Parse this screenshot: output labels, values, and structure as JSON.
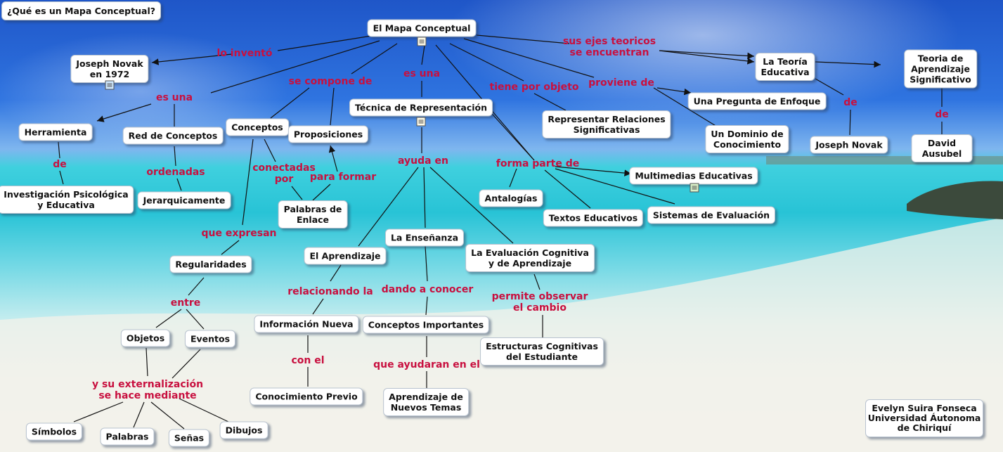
{
  "title": "¿Qué es un Mapa Conceptual?",
  "author": "Evelyn Suira Fonseca\nUniversidad Áutonoma\nde Chiriquí",
  "nodes": {
    "mapa": "El Mapa Conceptual",
    "novak1972": "Joseph Novak\nen 1972",
    "herramienta": "Herramienta",
    "red": "Red de Conceptos",
    "conceptos": "Conceptos",
    "proposiciones": "Proposiciones",
    "tecnica": "Técnica de Representación",
    "representar": "Representar Relaciones\nSignificativas",
    "pregunta": "Una Pregunta de Enfoque",
    "dominio": "Un Dominio de\nConocimiento",
    "teoria_educativa": "La Teoría\nEducativa",
    "teoria_aprendizaje": "Teoria de Aprendizaje\nSignificativo",
    "joseph_novak": "Joseph Novak",
    "ausubel": "David Ausubel",
    "investigacion": "Investigación Psicológica\ny Educativa",
    "jerarquicamente": "Jerarquicamente",
    "palabras_enlace": "Palabras de\nEnlace",
    "multimedias": "Multimedias Educativas",
    "antalogias": "Antalogías",
    "textos": "Textos Educativos",
    "sistemas": "Sistemas de Evaluación",
    "regularidades": "Regularidades",
    "aprendizaje": "El Aprendizaje",
    "ensenanza": "La Enseñanza",
    "evaluacion": "La Evaluación Cognitiva\ny de Aprendizaje",
    "objetos": "Objetos",
    "eventos": "Eventos",
    "info_nueva": "Información Nueva",
    "conceptos_importantes": "Conceptos Importantes",
    "estructuras": "Estructuras Cognitivas\ndel Estudiante",
    "conocimiento_previo": "Conocimiento Previo",
    "nuevos_temas": "Aprendizaje de\nNuevos Temas",
    "simbolos": "Símbolos",
    "palabras": "Palabras",
    "senas": "Señas",
    "dibujos": "Dibujos"
  },
  "links": {
    "lo_invento": "lo inventó",
    "es_una_1": "es una",
    "se_compone": "se compone de",
    "es_una_2": "es una",
    "tiene_objeto": "tiene por objeto",
    "proviene": "proviene de",
    "ejes": "sus ejes teoricos\nse encuentran",
    "de_1": "de",
    "de_2": "de",
    "de_3": "de",
    "ordenadas": "ordenadas",
    "conectadas": "conectadas\npor",
    "para_formar": "para formar",
    "ayuda_en": "ayuda en",
    "forma_parte": "forma parte de",
    "que_expresan": "que expresan",
    "entre": "entre",
    "relacionando": "relacionando la",
    "dando": "dando a conocer",
    "permite": "permite observar\nel cambio",
    "con_el": "con el",
    "que_ayudaran": "que ayudaran en el",
    "externalizacion": "y su externalización\nse hace mediante"
  },
  "colors": {
    "link_text": "#c8103f",
    "node_bg": "#ffffff",
    "edge": "#111111",
    "sky": "#2f74e0",
    "sea": "#28c3d6",
    "sand": "#f4f3ef"
  },
  "icons": [
    "document-icon",
    "document-icon",
    "image-icon",
    "film-icon"
  ]
}
